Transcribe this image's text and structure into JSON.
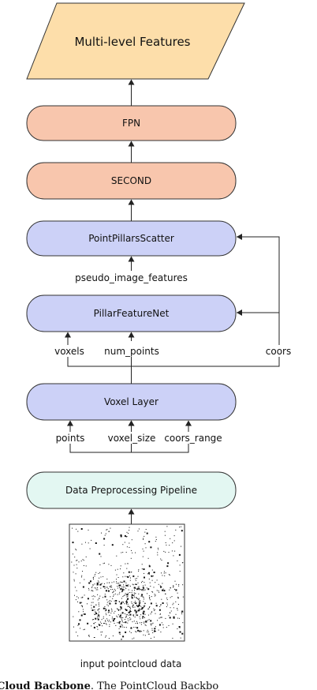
{
  "nodes": {
    "features": {
      "label": "Multi-level Features",
      "color": "#fddeaa"
    },
    "fpn": {
      "label": "FPN",
      "color": "#f8c6ad"
    },
    "second": {
      "label": "SECOND",
      "color": "#f8c6ad"
    },
    "scatter": {
      "label": "PointPillarsScatter",
      "color": "#ccd1f7"
    },
    "pillar_feature_net": {
      "label": "PillarFeatureNet",
      "color": "#ccd1f7"
    },
    "voxel_layer": {
      "label": "Voxel Layer",
      "color": "#ccd1f7"
    },
    "preprocessing": {
      "label": "Data Preprocessing Pipeline",
      "color": "#e3f7f2"
    }
  },
  "edge_labels": {
    "pseudo_image_features": "pseudo_image_features",
    "voxels": "voxels",
    "num_points": "num_points",
    "coors": "coors",
    "points": "points",
    "voxel_size": "voxel_size",
    "coors_range": "coors_range"
  },
  "input_caption": "input pointcloud data",
  "bottom_caption": {
    "bold": "Cloud Backbone",
    "text": ". The PointCloud Backbo"
  }
}
